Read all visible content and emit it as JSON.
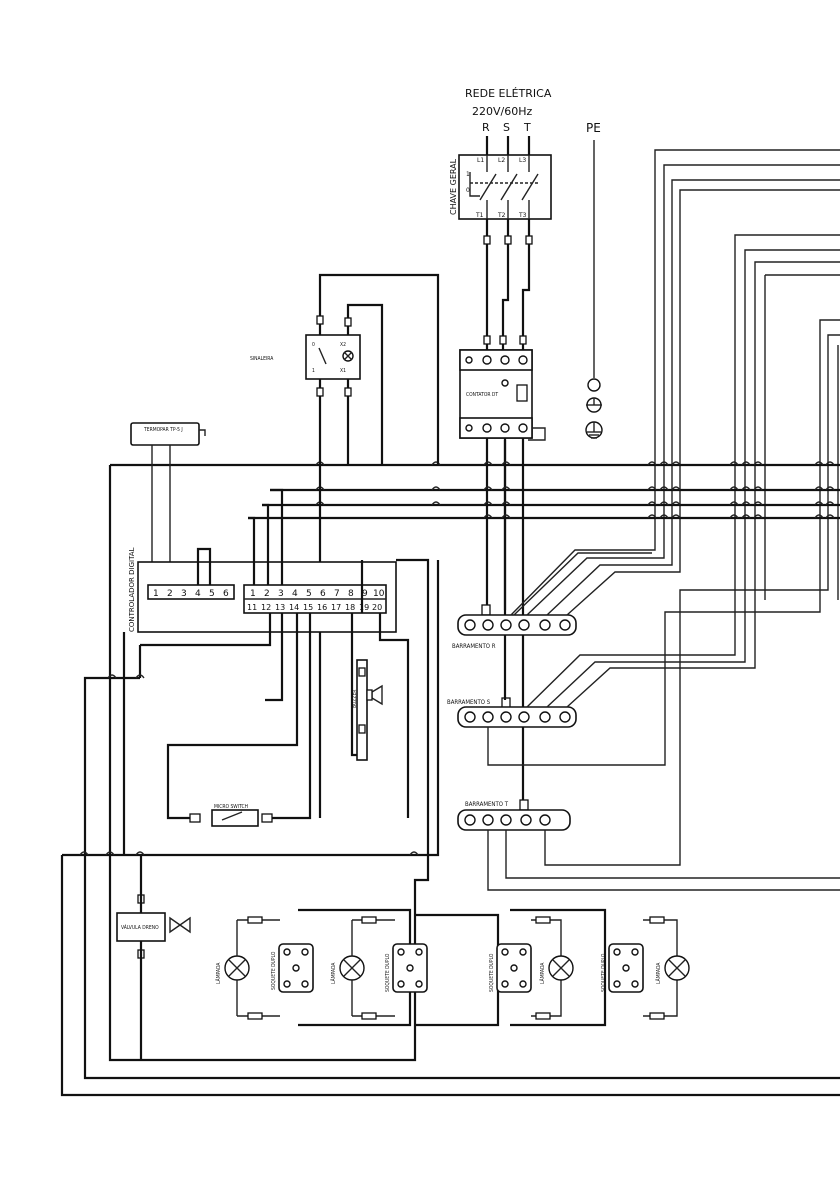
{
  "supply": {
    "network_label": "REDE ELÉTRICA",
    "voltage_label": "220V/60Hz",
    "phases": [
      "R",
      "S",
      "T"
    ],
    "pe_label": "PE"
  },
  "main_switch": {
    "label": "CHAVE GERAL",
    "top_terminals": [
      "L1",
      "L2",
      "L3"
    ],
    "bottom_terminals": [
      "T1",
      "T2",
      "T3"
    ],
    "aux": [
      "1",
      "0"
    ]
  },
  "contactor": {
    "label": "CONTATOR DT"
  },
  "alarm_block": {
    "label": "SINALEIRA",
    "pins": [
      "0",
      "1",
      "X1",
      "X2"
    ]
  },
  "sensor": {
    "label": "TERMOPAR TP-5 J"
  },
  "controller": {
    "label": "CONTROLADOR DIGITAL",
    "left_terminals": [
      "1",
      "2",
      "3",
      "4",
      "5",
      "6"
    ],
    "top_row": [
      "1",
      "2",
      "3",
      "4",
      "5",
      "6",
      "7",
      "8",
      "9",
      "10"
    ],
    "bottom_row": [
      "11",
      "12",
      "13",
      "14",
      "15",
      "16",
      "17",
      "18",
      "19",
      "20"
    ]
  },
  "buzzer": {
    "label": "BUZZER"
  },
  "microswitch": {
    "label": "MICRO SWITCH"
  },
  "busbars": [
    {
      "label": "BARRAMENTO R"
    },
    {
      "label": "BARRAMENTO S"
    },
    {
      "label": "BARRAMENTO T"
    }
  ],
  "valve": {
    "label": "VÁLVULA DRENO"
  },
  "lamp_units": [
    {
      "lamp_label": "LÂMPADA",
      "socket_label": "SOQUETE DUPLO"
    },
    {
      "lamp_label": "LÂMPADA",
      "socket_label": "SOQUETE DUPLO"
    },
    {
      "lamp_label": "LÂMPADA",
      "socket_label": "SOQUETE DUPLO"
    },
    {
      "lamp_label": "LÂMPADA",
      "socket_label": "SOQUETE DUPLO"
    }
  ]
}
